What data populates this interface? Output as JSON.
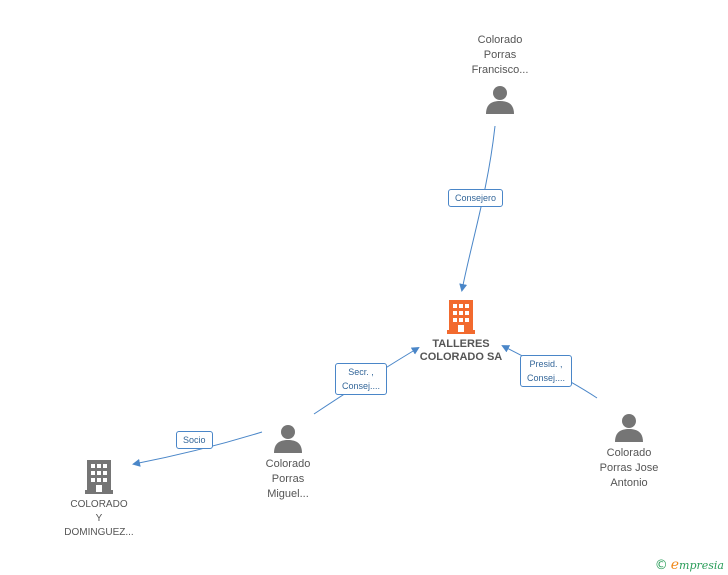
{
  "colors": {
    "edge": "#4a86c8",
    "person_icon": "#757575",
    "company_main": "#f26a2e",
    "company_other": "#757575"
  },
  "nodes": {
    "center": {
      "lines": [
        "TALLERES",
        "COLORADO SA"
      ],
      "icon": "building-icon"
    },
    "francisco": {
      "lines": [
        "Colorado",
        "Porras",
        "Francisco..."
      ],
      "icon": "person-icon"
    },
    "miguel": {
      "lines": [
        "Colorado",
        "Porras",
        "Miguel..."
      ],
      "icon": "person-icon"
    },
    "jose": {
      "lines": [
        "Colorado",
        "Porras Jose",
        "Antonio"
      ],
      "icon": "person-icon"
    },
    "company2": {
      "lines": [
        "COLORADO",
        "Y",
        "DOMINGUEZ..."
      ],
      "icon": "building-icon"
    }
  },
  "edges": {
    "consejero": {
      "lines": [
        "Consejero"
      ]
    },
    "secr": {
      "lines": [
        "Secr. ,",
        "Consej...."
      ]
    },
    "presid": {
      "lines": [
        "Presid. ,",
        "Consej...."
      ]
    },
    "socio": {
      "lines": [
        "Socio"
      ]
    }
  },
  "footer": {
    "copyright": "©",
    "brand_initial": "e",
    "brand_rest": "mpresia"
  }
}
